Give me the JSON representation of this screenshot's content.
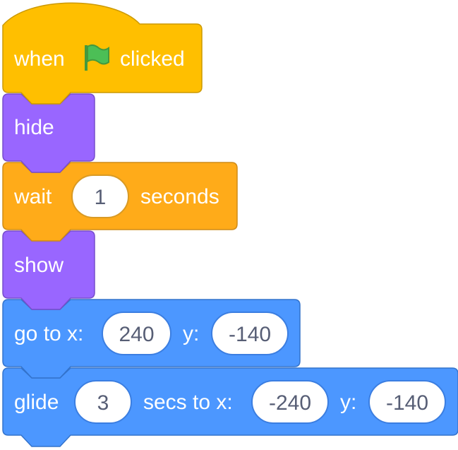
{
  "script": {
    "hat_block": {
      "when_label": "when",
      "clicked_label": "clicked",
      "icon": "green-flag-icon",
      "color": "#ffbf00"
    },
    "hide_block": {
      "label": "hide",
      "color": "#9966ff"
    },
    "wait_block": {
      "label_prefix": "wait",
      "value": "1",
      "label_suffix": "seconds",
      "color": "#ffab19"
    },
    "show_block": {
      "label": "show",
      "color": "#9966ff"
    },
    "goto_block": {
      "label_x": "go to x:",
      "x_value": "240",
      "label_y": "y:",
      "y_value": "-140",
      "color": "#4c97ff"
    },
    "glide_block": {
      "label_prefix": "glide",
      "secs_value": "3",
      "label_mid": "secs to x:",
      "x_value": "-240",
      "label_y": "y:",
      "y_value": "-140",
      "color": "#4c97ff"
    }
  }
}
